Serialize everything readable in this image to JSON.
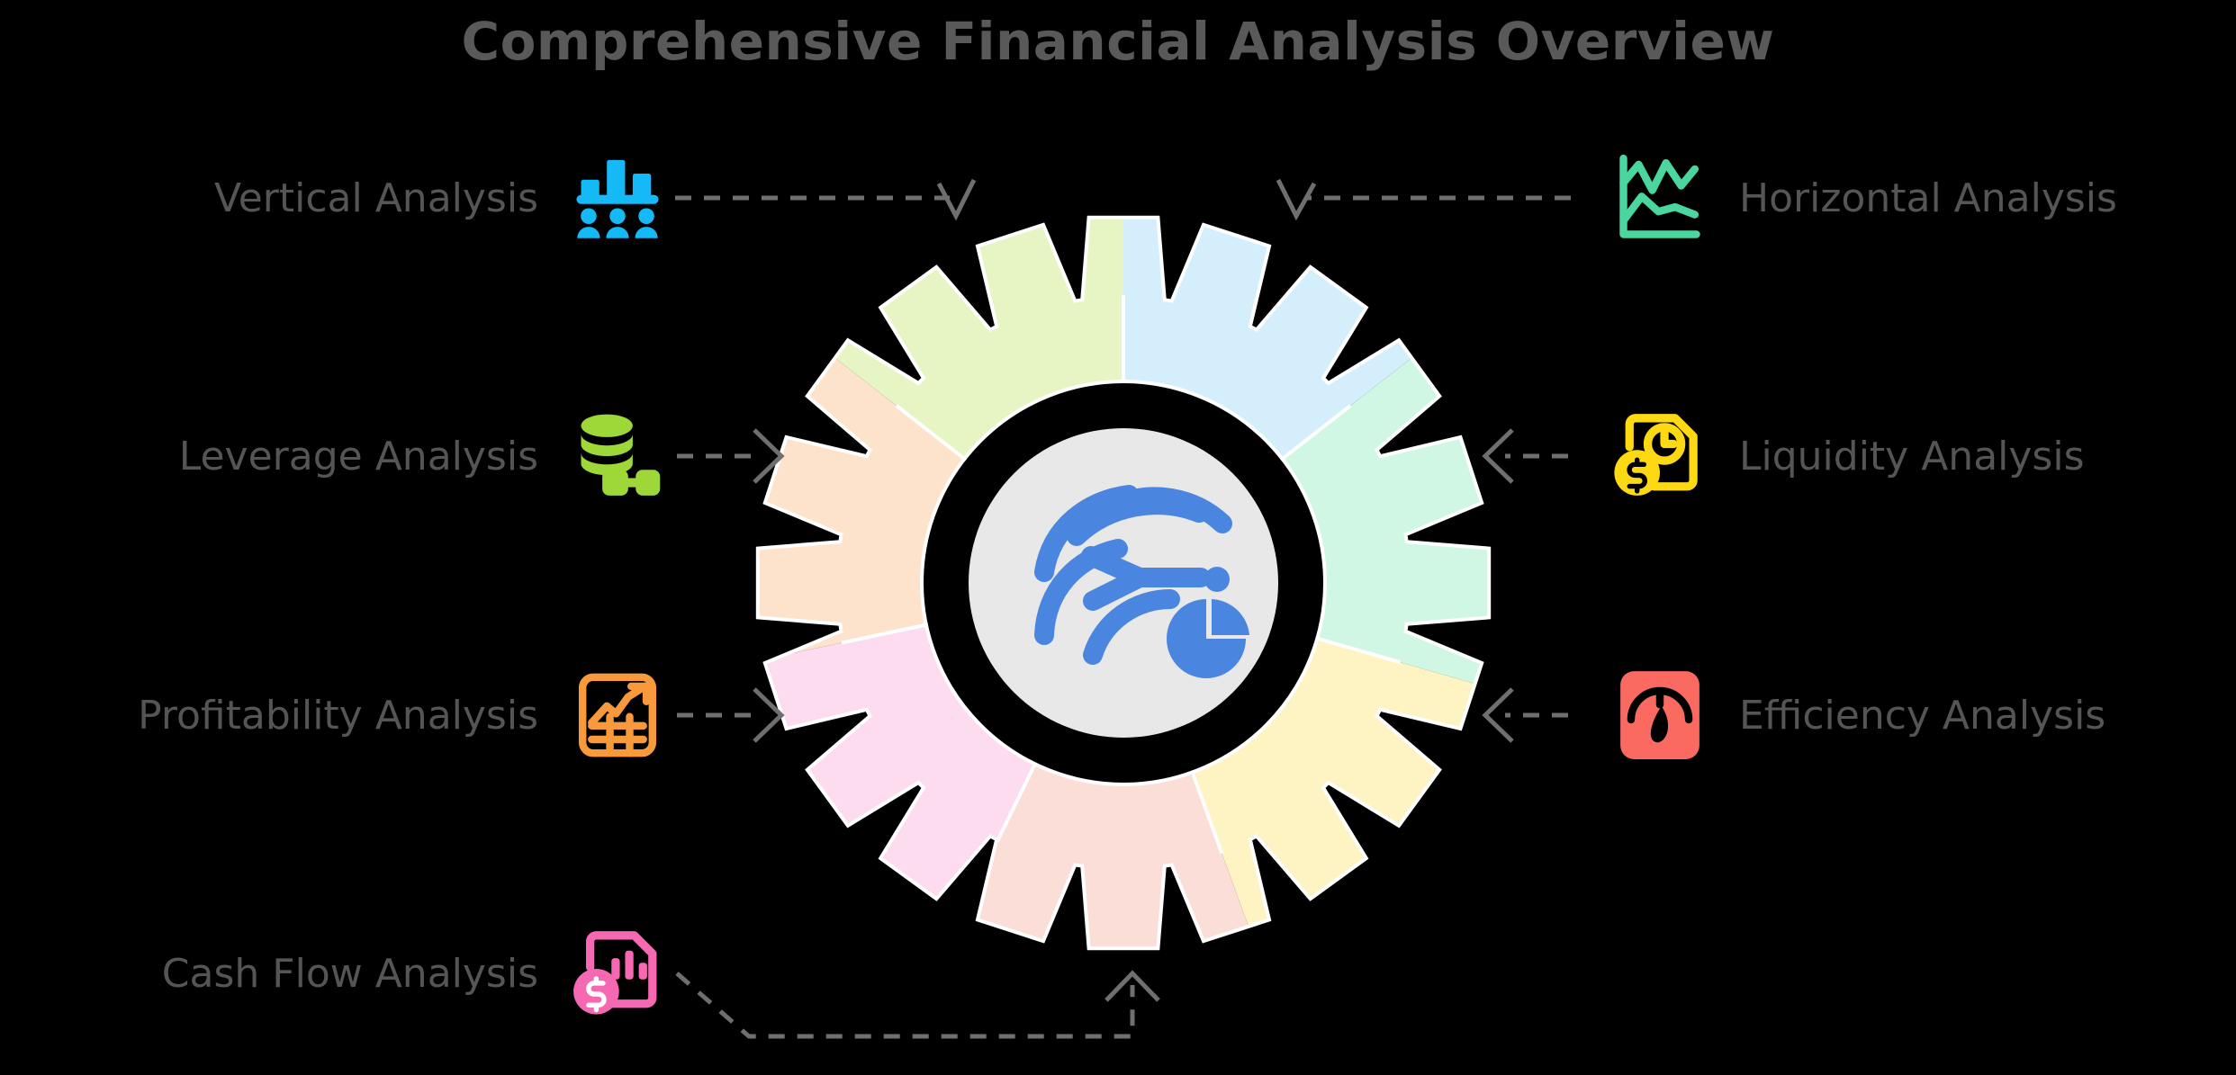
{
  "page": {
    "title": "Comprehensive Financial Analysis Overview",
    "background_color": "#000000",
    "title_color": "#595959"
  },
  "nodes": {
    "left": [
      {
        "id": "vertical-analysis",
        "label": "Vertical Analysis",
        "icon_name": "bar-chart-people-icon",
        "color": "#14b9f5"
      },
      {
        "id": "leverage-analysis",
        "label": "Leverage Analysis",
        "icon_name": "coins-dumbbell-icon",
        "color": "#9ed838"
      },
      {
        "id": "profitability-analysis",
        "label": "Profitability Analysis",
        "icon_name": "calculator-growth-icon",
        "color": "#f89a3c"
      },
      {
        "id": "cash-flow-analysis",
        "label": "Cash Flow Analysis",
        "icon_name": "document-dollar-bars-icon",
        "color": "#f768b3"
      }
    ],
    "right": [
      {
        "id": "horizontal-analysis",
        "label": "Horizontal Analysis",
        "icon_name": "line-chart-icon",
        "color": "#4ad69e"
      },
      {
        "id": "liquidity-analysis",
        "label": "Liquidity Analysis",
        "icon_name": "document-clock-dollar-icon",
        "color": "#fdd913"
      },
      {
        "id": "efficiency-analysis",
        "label": "Efficiency Analysis",
        "icon_name": "gauge-speedometer-icon",
        "color": "#fa6a61"
      }
    ]
  },
  "gear": {
    "name": "financial-analysis-gear",
    "tooth_count": 20,
    "segment_count": 7,
    "segments": [
      {
        "name": "segment-light-blue",
        "color": "#d5eefb"
      },
      {
        "name": "segment-mint-green",
        "color": "#d0f7e3"
      },
      {
        "name": "segment-pale-yellow",
        "color": "#fdf3c3"
      },
      {
        "name": "segment-blush-pink",
        "color": "#fcded9"
      },
      {
        "name": "segment-light-pink",
        "color": "#fcdcee"
      },
      {
        "name": "segment-peach",
        "color": "#fde3cb"
      },
      {
        "name": "segment-light-lime",
        "color": "#e7f5c4"
      }
    ],
    "ring_color": "#000000",
    "hub_color": "#e8e8e8",
    "logo": {
      "name": "analytics-swoosh-pie-logo",
      "color": "#4a86e0"
    }
  },
  "connectors": {
    "color": "#6f6f6f",
    "style": "dashed",
    "items": [
      {
        "name": "connector-vertical-analysis",
        "direction": "right-down"
      },
      {
        "name": "connector-leverage-analysis",
        "direction": "right"
      },
      {
        "name": "connector-profitability-analysis",
        "direction": "right"
      },
      {
        "name": "connector-cash-flow-analysis",
        "direction": "right-up"
      },
      {
        "name": "connector-horizontal-analysis",
        "direction": "left-down"
      },
      {
        "name": "connector-liquidity-analysis",
        "direction": "left"
      },
      {
        "name": "connector-efficiency-analysis",
        "direction": "left"
      }
    ]
  }
}
